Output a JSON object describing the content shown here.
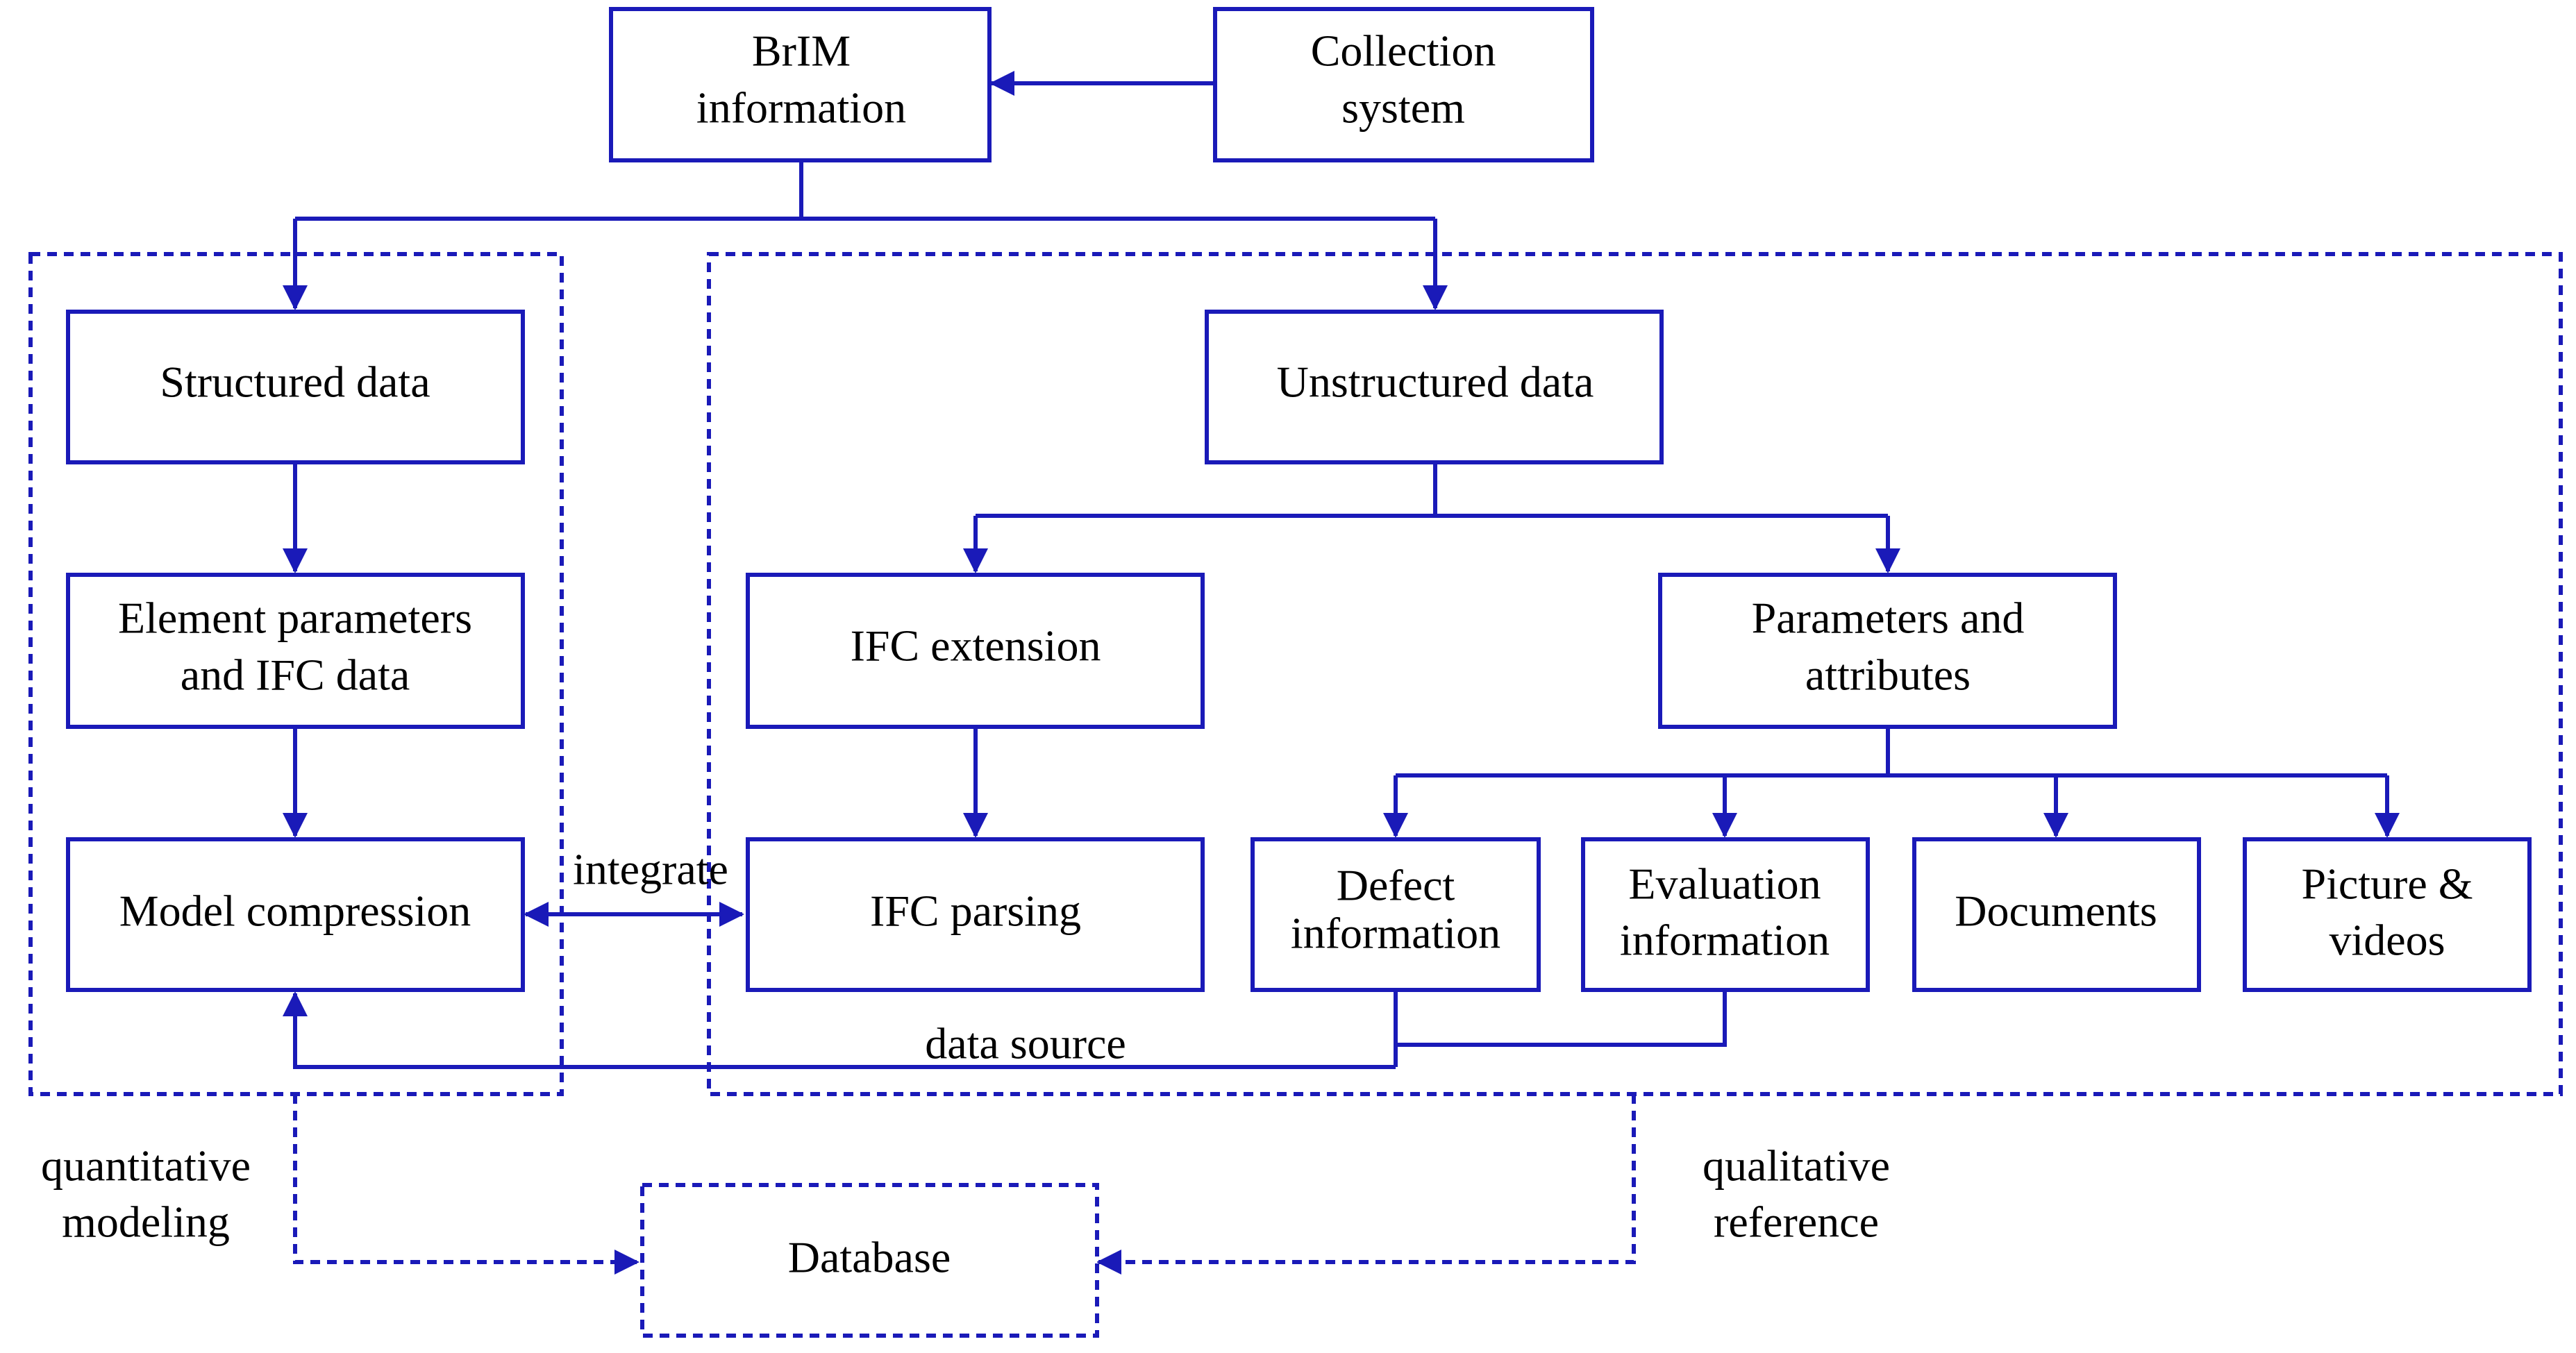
{
  "colors": {
    "primary": "#1a1ab8",
    "text": "#000000",
    "background": "#ffffff"
  },
  "nodes": {
    "brim": {
      "line1": "BrIM",
      "line2": "information"
    },
    "collection": {
      "line1": "Collection",
      "line2": "system"
    },
    "structured": {
      "label": "Structured data"
    },
    "element_params": {
      "line1": "Element parameters",
      "line2": "and IFC data"
    },
    "model_compression": {
      "label": "Model compression"
    },
    "unstructured": {
      "label": "Unstructured data"
    },
    "ifc_extension": {
      "label": "IFC extension"
    },
    "params_attrs": {
      "line1": "Parameters and",
      "line2": "attributes"
    },
    "ifc_parsing": {
      "label": "IFC parsing"
    },
    "defect": {
      "line1": "Defect",
      "line2": "information"
    },
    "evaluation": {
      "line1": "Evaluation",
      "line2": "information"
    },
    "documents": {
      "label": "Documents"
    },
    "pictures": {
      "line1": "Picture &",
      "line2": "videos"
    },
    "database": {
      "label": "Database"
    }
  },
  "edge_labels": {
    "integrate": "integrate",
    "data_source": "data source",
    "quantitative": {
      "line1": "quantitative",
      "line2": "modeling"
    },
    "qualitative": {
      "line1": "qualitative",
      "line2": "reference"
    }
  }
}
